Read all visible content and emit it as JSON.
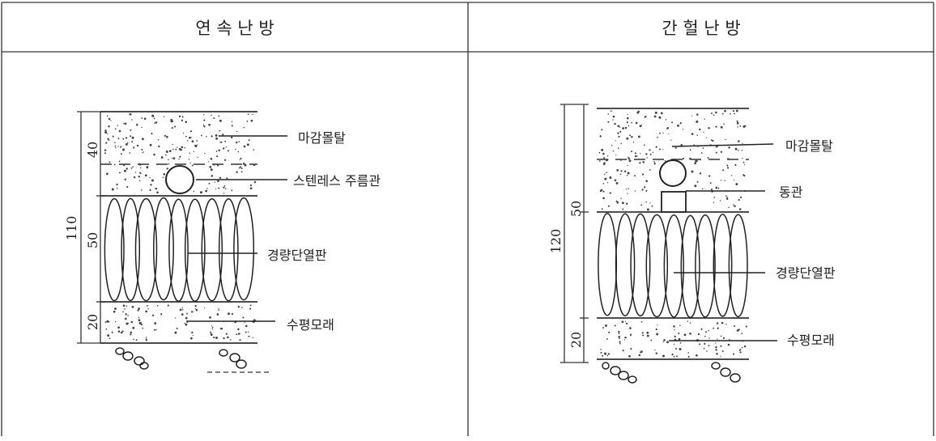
{
  "table": {
    "headers": [
      "연 속 난 방",
      "간 헐 난 방"
    ]
  },
  "continuous": {
    "total": "110",
    "layers": [
      "40",
      "50",
      "20"
    ],
    "labels": [
      "마감몰탈",
      "스텐레스 주름관",
      "경량단열판",
      "수평모래"
    ]
  },
  "intermittent": {
    "total": "120",
    "layers": [
      "50",
      "20"
    ],
    "labels": [
      "마감몰탈",
      "동관",
      "경량단열판",
      "수평모래"
    ]
  }
}
